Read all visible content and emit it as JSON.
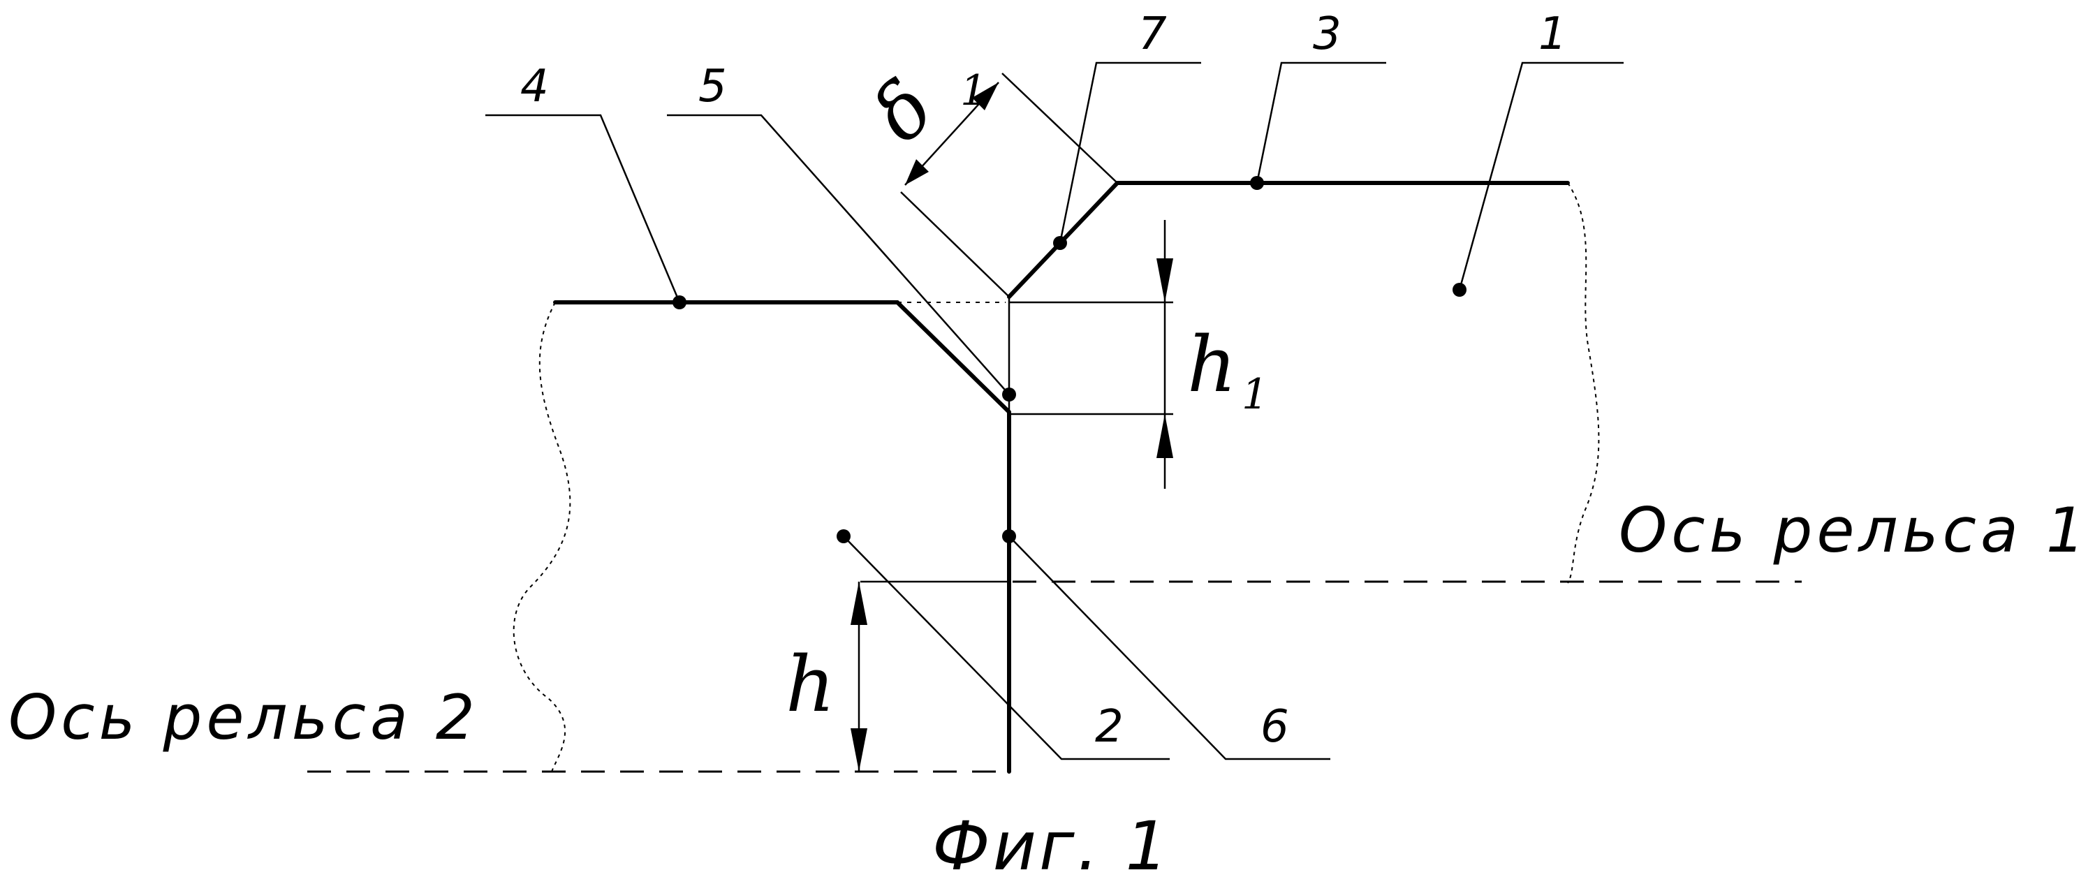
{
  "figure": {
    "caption": "Фиг. 1",
    "axis_rail_1": "Ось рельса 1",
    "axis_rail_2": "Ось рельса 2",
    "dimensions": {
      "h": "h",
      "h1_main": "h",
      "h1_sub": "1",
      "delta_main": "δ",
      "delta_sub": "1"
    },
    "callouts": [
      "1",
      "2",
      "3",
      "4",
      "5",
      "6",
      "7"
    ]
  }
}
